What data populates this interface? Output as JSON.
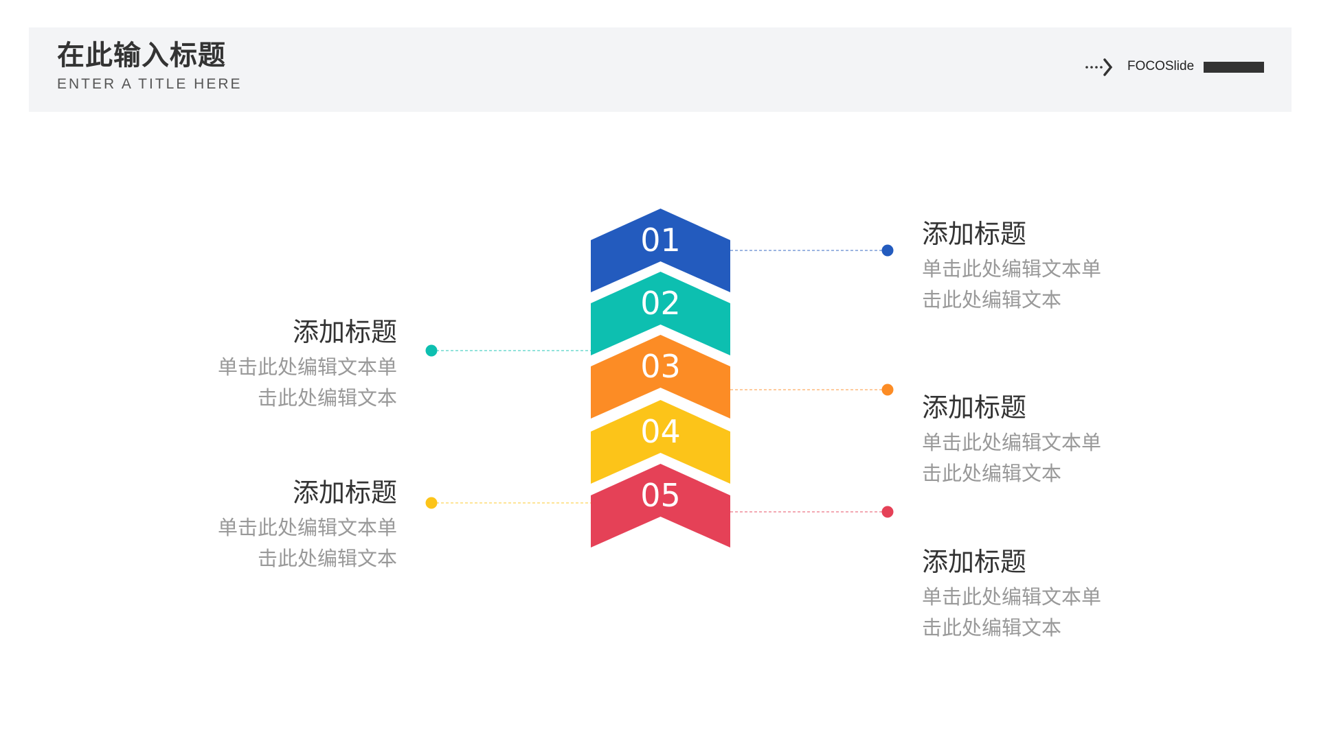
{
  "header": {
    "title": "在此输入标题",
    "subtitle": "ENTER A TITLE HERE",
    "brand": "FOCOSlide",
    "arrow_icon": "dotted-arrow-right-icon"
  },
  "steps": [
    {
      "number": "01",
      "color": "#235BBE",
      "side": "right",
      "title": "添加标题",
      "line1": "单击此处编辑文本单",
      "line2": "击此处编辑文本"
    },
    {
      "number": "02",
      "color": "#0DBFB0",
      "side": "left",
      "title": "添加标题",
      "line1": "单击此处编辑文本单",
      "line2": "击此处编辑文本"
    },
    {
      "number": "03",
      "color": "#FC8C25",
      "side": "right",
      "title": "添加标题",
      "line1": "单击此处编辑文本单",
      "line2": "击此处编辑文本"
    },
    {
      "number": "04",
      "color": "#FCC419",
      "side": "left",
      "title": "添加标题",
      "line1": "单击此处编辑文本单",
      "line2": "击此处编辑文本"
    },
    {
      "number": "05",
      "color": "#E54157",
      "side": "right",
      "title": "添加标题",
      "line1": "单击此处编辑文本单",
      "line2": "击此处编辑文本"
    }
  ]
}
